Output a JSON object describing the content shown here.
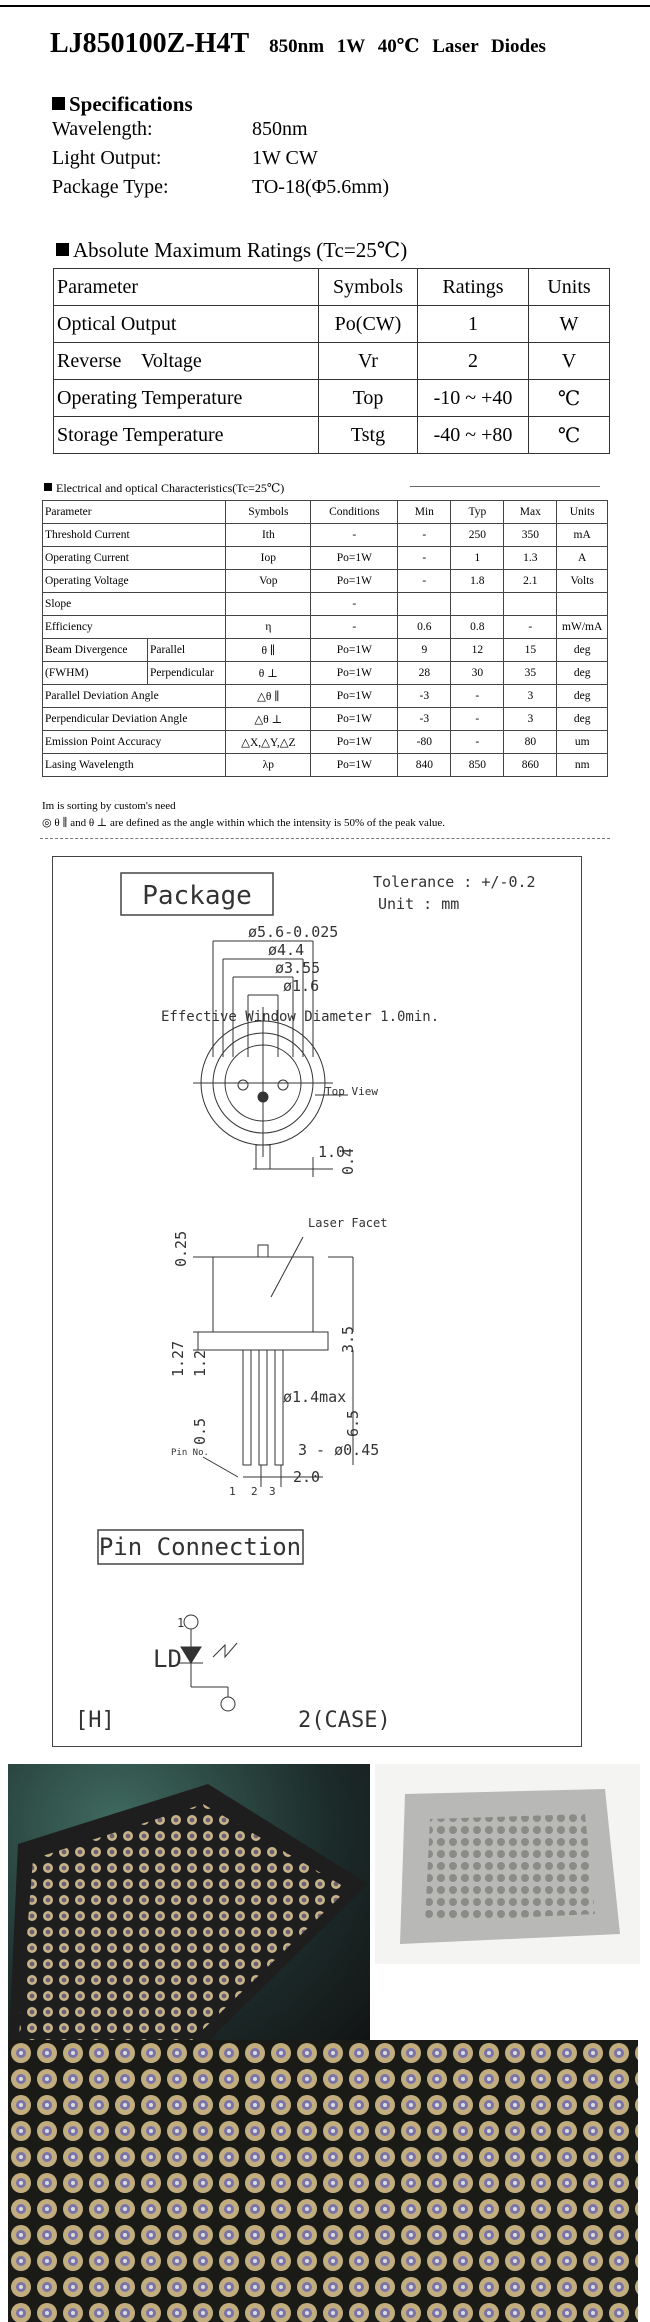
{
  "header": {
    "part_number": "LJ850100Z-H4T",
    "subtitle": "850nm 1W   40℃  Laser Diodes"
  },
  "specifications": {
    "heading": "Specifications",
    "rows": [
      {
        "label": "Wavelength:",
        "value": "850nm"
      },
      {
        "label": "Light Output:",
        "value": "1W      CW"
      },
      {
        "label": "Package Type:",
        "value": "TO-18(Φ5.6mm)"
      }
    ]
  },
  "absolute_max": {
    "heading": "Absolute Maximum Ratings (Tc=25℃)",
    "columns": [
      "Parameter",
      "Symbols",
      "Ratings",
      "Units"
    ],
    "rows": [
      [
        "Optical Output",
        "Po(CW)",
        "1",
        "W"
      ],
      [
        "Reverse    Voltage",
        "Vr",
        "2",
        "V"
      ],
      [
        "Operating Temperature",
        "Top",
        "-10 ~ +40",
        "℃"
      ],
      [
        "Storage Temperature",
        "Tstg",
        "-40 ~ +80",
        "℃"
      ]
    ]
  },
  "electrical": {
    "heading": "Electrical and optical Characteristics(Tc=25℃)",
    "columns": [
      "Parameter",
      "Symbols",
      "Conditions",
      "Min",
      "Typ",
      "Max",
      "Units"
    ],
    "rows": [
      [
        "Threshold Current",
        "Ith",
        "-",
        "-",
        "250",
        "350",
        "mA"
      ],
      [
        "Operating Current",
        "Iop",
        "Po=1W",
        "-",
        "1",
        "1.3",
        "A"
      ],
      [
        "Operating Voltage",
        "Vop",
        "Po=1W",
        "-",
        "1.8",
        "2.1",
        "Volts"
      ],
      [
        "Slope",
        "",
        "-",
        "",
        "",
        "",
        ""
      ],
      [
        "Efficiency",
        "η",
        "-",
        "0.6",
        "0.8",
        "-",
        "mW/mA"
      ],
      [
        "Beam Divergence",
        "Parallel",
        "θ ∥",
        "Po=1W",
        "9",
        "12",
        "15",
        "deg"
      ],
      [
        "(FWHM)",
        "Perpendicular",
        "θ ⊥",
        "Po=1W",
        "28",
        "30",
        "35",
        "deg"
      ],
      [
        "Parallel Deviation Angle",
        "△θ ∥",
        "Po=1W",
        "-3",
        "-",
        "3",
        "deg"
      ],
      [
        "Perpendicular Deviation Angle",
        "△θ ⊥",
        "Po=1W",
        "-3",
        "-",
        "3",
        "deg"
      ],
      [
        "Emission Point Accuracy",
        "△X,△Y,△Z",
        "Po=1W",
        "-80",
        "-",
        "80",
        "um"
      ],
      [
        "Lasing Wavelength",
        "λp",
        "Po=1W",
        "840",
        "850",
        "860",
        "nm"
      ]
    ],
    "note1": "Im is sorting by custom's need",
    "note2": "θ ∥  and  θ ⊥  are defined as the angle within which the intensity is 50% of the peak value."
  },
  "drawing": {
    "package_label": "Package",
    "tolerance": "Tolerance : +/-0.2",
    "unit": "Unit : mm",
    "dim_56": "ø5.6-0.025",
    "dim_44": "ø4.4",
    "dim_355": "ø3.55",
    "dim_16": "ø1.6",
    "window": "Effective Window Diameter 1.0min.",
    "top_view": "Top View",
    "dim_10": "1.0",
    "dim_04": "0.4",
    "dim_025": "0.25",
    "laser_facet": "Laser Facet",
    "dim_127": "1.27",
    "dim_12": "1.2",
    "dim_35": "3.5",
    "dim_14max": "ø1.4max",
    "dim_05": "0.5",
    "dim_65": "6.5",
    "dim_pins": "3 - ø0.45",
    "pin_no": "Pin No.",
    "dim_20": "2.0",
    "pin_1": "1",
    "pin_2": "2",
    "pin_3": "3",
    "pin_conn_label": "Pin Connection",
    "schem_1": "1",
    "ld": "LD",
    "h_label": "[H]",
    "case": "2(CASE)"
  },
  "photos": [
    {
      "name": "laser-diode-tray-photo"
    },
    {
      "name": "vacuum-packed-bag-photo"
    },
    {
      "name": "laser-diodes-closeup-photo"
    }
  ]
}
